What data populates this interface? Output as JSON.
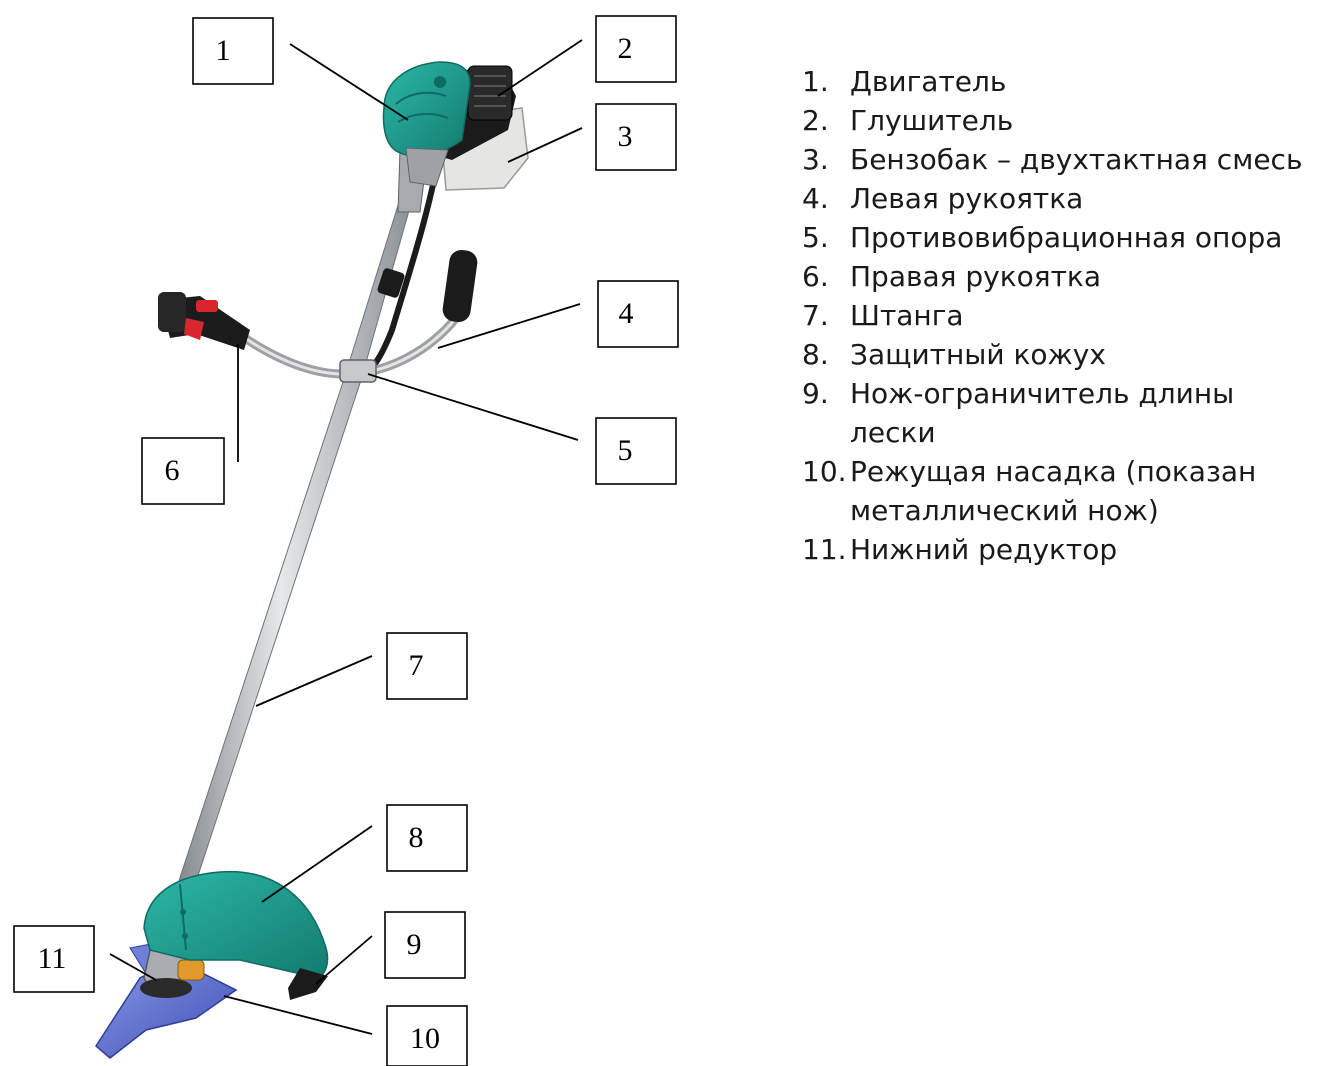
{
  "legend": {
    "items": [
      {
        "number": "1.",
        "label": "Двигатель"
      },
      {
        "number": "2.",
        "label": "Глушитель"
      },
      {
        "number": "3.",
        "label": "Бензобак – двухтактная смесь"
      },
      {
        "number": "4.",
        "label": "Левая рукоятка"
      },
      {
        "number": "5.",
        "label": "Противовибрационная опора"
      },
      {
        "number": "6.",
        "label": "Правая рукоятка"
      },
      {
        "number": "7.",
        "label": "Штанга"
      },
      {
        "number": "8.",
        "label": "Защитный кожух"
      },
      {
        "number": "9.",
        "label": "Нож-ограничитель длины лески"
      },
      {
        "number": "10.",
        "label": "Режущая насадка (показан металлический нож)"
      },
      {
        "number": "11.",
        "label": "Нижний редуктор"
      }
    ]
  },
  "callouts": [
    "1",
    "2",
    "3",
    "4",
    "5",
    "6",
    "7",
    "8",
    "9",
    "10",
    "11"
  ],
  "colors": {
    "housing_teal": "#1f9e8f",
    "housing_dark": "#0f6b63",
    "shaft_silver": "#b8bcc0",
    "handle_black": "#1b1b1b",
    "trigger_red": "#d8262e",
    "blade_blue": "#5a6fd0",
    "gear_orange": "#e39a2a"
  }
}
